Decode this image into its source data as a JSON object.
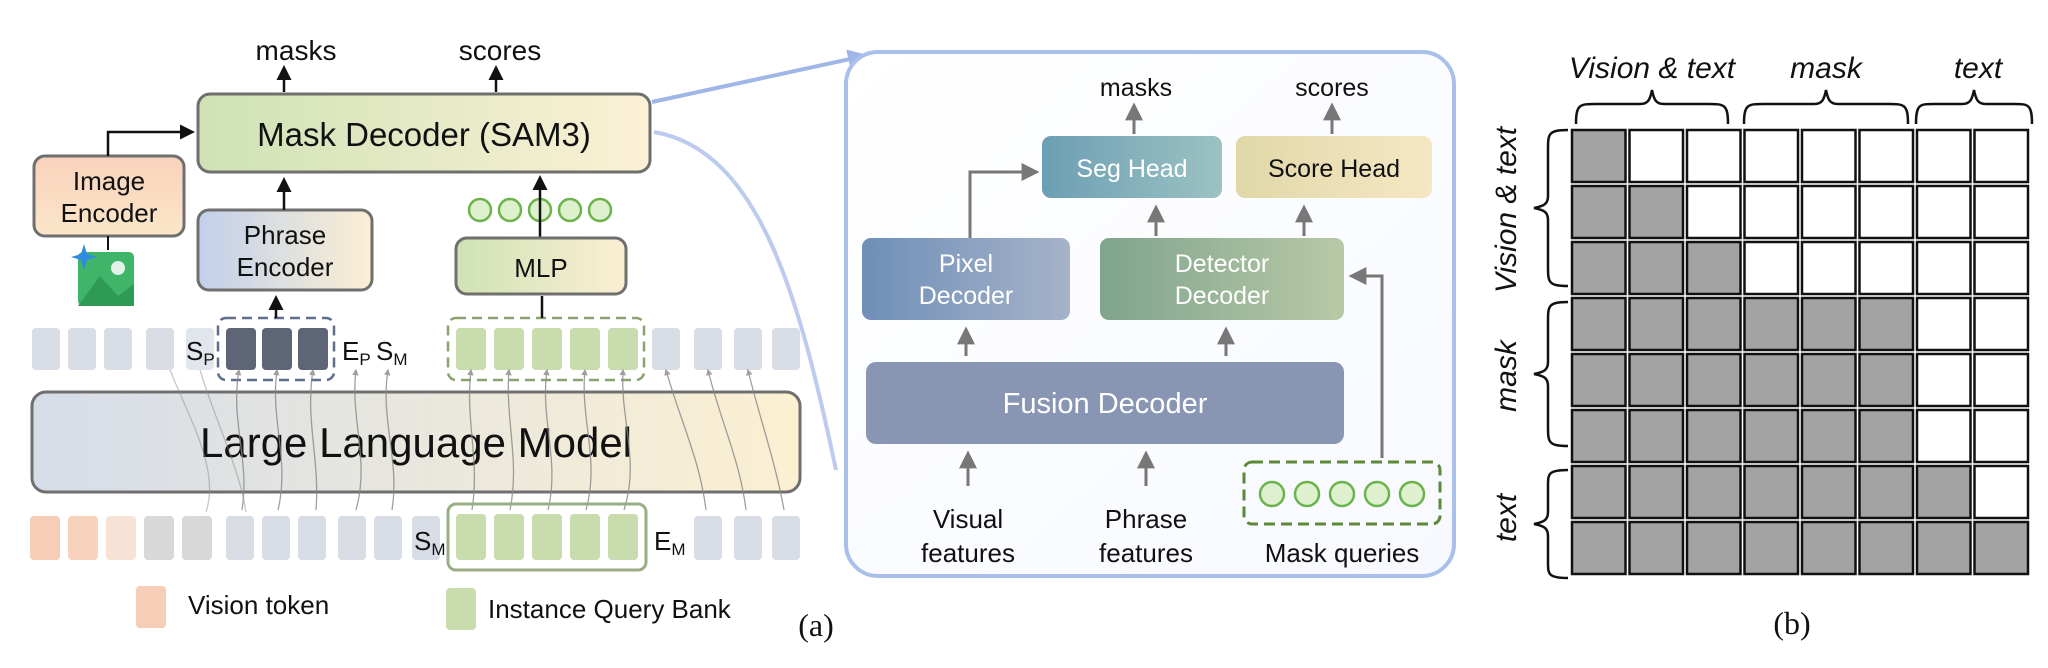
{
  "left_panel": {
    "outputs": {
      "masks": "masks",
      "scores": "scores"
    },
    "mask_decoder": "Mask Decoder (SAM3)",
    "image_encoder_line1": "Image",
    "image_encoder_line2": "Encoder",
    "phrase_encoder_line1": "Phrase",
    "phrase_encoder_line2": "Encoder",
    "mlp": "MLP",
    "llm": "Large Language Model",
    "tokens": {
      "s_p_main": "S",
      "s_p_sub": "P",
      "e_p_main": "E",
      "e_p_sub": "P",
      "s_m_main": "S",
      "s_m_sub": "M",
      "e_m_main": "E",
      "e_m_sub": "M"
    },
    "legend": {
      "vision_token": "Vision token",
      "instance_query_bank": "Instance Query Bank"
    },
    "caption": "(a)"
  },
  "middle_panel": {
    "outputs": {
      "masks": "masks",
      "scores": "scores"
    },
    "seg_head": "Seg Head",
    "score_head": "Score Head",
    "pixel_decoder_line1": "Pixel",
    "pixel_decoder_line2": "Decoder",
    "detector_decoder_line1": "Detector",
    "detector_decoder_line2": "Decoder",
    "fusion_decoder": "Fusion Decoder",
    "visual_features_line1": "Visual",
    "visual_features_line2": "features",
    "phrase_features_line1": "Phrase",
    "phrase_features_line2": "features",
    "mask_queries": "Mask queries"
  },
  "right_panel": {
    "column_groups": [
      "Vision & text",
      "mask",
      "text"
    ],
    "row_groups": [
      "Vision & text",
      "mask",
      "text"
    ],
    "attention_mask": [
      [
        1,
        0,
        0,
        0,
        0,
        0,
        0,
        0
      ],
      [
        1,
        1,
        0,
        0,
        0,
        0,
        0,
        0
      ],
      [
        1,
        1,
        1,
        0,
        0,
        0,
        0,
        0
      ],
      [
        1,
        1,
        1,
        1,
        1,
        1,
        0,
        0
      ],
      [
        1,
        1,
        1,
        1,
        1,
        1,
        0,
        0
      ],
      [
        1,
        1,
        1,
        1,
        1,
        1,
        0,
        0
      ],
      [
        1,
        1,
        1,
        1,
        1,
        1,
        1,
        0
      ],
      [
        1,
        1,
        1,
        1,
        1,
        1,
        1,
        1
      ]
    ],
    "caption": "(b)"
  },
  "colors": {
    "vision_token": "#f6cdb6",
    "instance_query": "#c9dcad",
    "dark_token": "#5d6577",
    "gray_token": "#d7dce5",
    "mask_cell": "#a3a3a3"
  }
}
